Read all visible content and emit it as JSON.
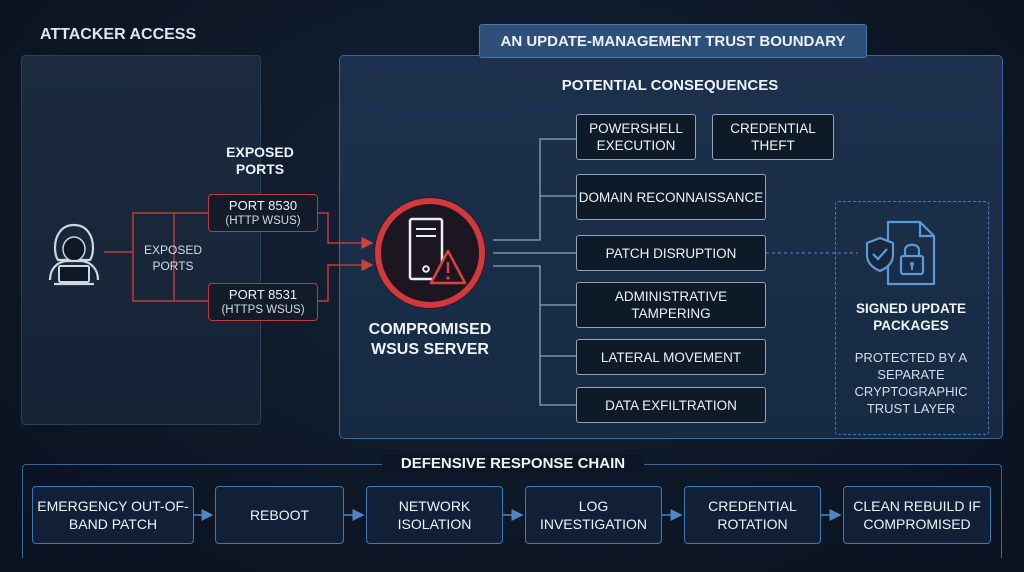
{
  "attacker": {
    "title": "ATTACKER ACCESS"
  },
  "boundary": {
    "title": "AN UPDATE-MANAGEMENT TRUST BOUNDARY"
  },
  "exposed": {
    "title": "EXPOSED PORTS",
    "label": "EXPOSED PORTS"
  },
  "ports": [
    {
      "main": "PORT 8530",
      "sub": "(HTTP WSUS)"
    },
    {
      "main": "PORT 8531",
      "sub": "(HTTPS WSUS)"
    }
  ],
  "server": {
    "label": "COMPROMISED WSUS SERVER"
  },
  "consequences": {
    "title": "POTENTIAL CONSEQUENCES",
    "items": [
      "POWERSHELL EXECUTION",
      "CREDENTIAL THEFT",
      "DOMAIN RECONNAISSANCE",
      "PATCH DISRUPTION",
      "ADMINISTRATIVE TAMPERING",
      "LATERAL MOVEMENT",
      "DATA EXFILTRATION"
    ]
  },
  "signed": {
    "title": "SIGNED UPDATE PACKAGES",
    "subtitle": "PROTECTED BY A SEPARATE CRYPTOGRAPHIC TRUST LAYER"
  },
  "response": {
    "title": "DEFENSIVE RESPONSE CHAIN",
    "steps": [
      "EMERGENCY OUT-OF-BAND PATCH",
      "REBOOT",
      "NETWORK ISOLATION",
      "LOG INVESTIGATION",
      "CREDENTIAL ROTATION",
      "CLEAN REBUILD IF COMPROMISED"
    ]
  },
  "colors": {
    "threat": "#c0393b",
    "accent": "#3d79b5",
    "background": "#0d1726"
  },
  "icons": [
    "hacker-icon",
    "server-icon",
    "warning-icon",
    "shield-check-icon",
    "signed-file-lock-icon",
    "arrow-right-icon"
  ]
}
